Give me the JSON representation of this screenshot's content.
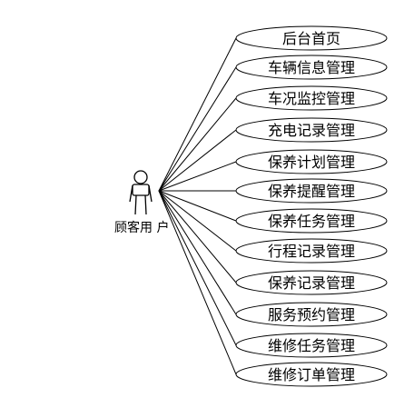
{
  "actor": {
    "label": "顾客用 户"
  },
  "use_cases": [
    {
      "label": "后台首页"
    },
    {
      "label": "车辆信息管理"
    },
    {
      "label": "车况监控管理"
    },
    {
      "label": "充电记录管理"
    },
    {
      "label": "保养计划管理"
    },
    {
      "label": "保养提醒管理"
    },
    {
      "label": "保养任务管理"
    },
    {
      "label": "行程记录管理"
    },
    {
      "label": "保养记录管理"
    },
    {
      "label": "服务预约管理"
    },
    {
      "label": "维修任务管理"
    },
    {
      "label": "维修订单管理"
    }
  ]
}
